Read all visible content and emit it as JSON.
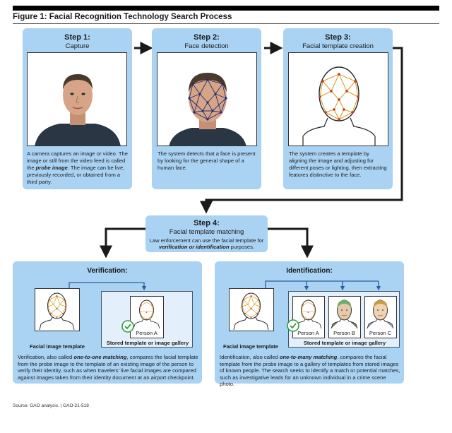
{
  "figure": {
    "title": "Figure 1: Facial Recognition Technology Search Process",
    "source": "Source: GAO analysis.  |  GAO-21-518"
  },
  "steps": [
    {
      "label": "Step 1:",
      "name": "Capture",
      "desc_parts": [
        "A camera captures an image or video. The image or still from the video feed is called the ",
        "probe image",
        ". The image can be live, previously recorded, or obtained from a third party."
      ]
    },
    {
      "label": "Step 2:",
      "name": "Face detection",
      "desc": "The system detects that a face is present by looking for the general shape of a human face."
    },
    {
      "label": "Step 3:",
      "name": "Facial template creation",
      "desc": "The system creates a template by aligning the image and adjusting for different poses or lighting, then extracting features distinctive to the face."
    },
    {
      "label": "Step 4:",
      "name": "Facial template matching",
      "desc_parts": [
        "Law enforcement can use the facial template for ",
        "verification or identification",
        " purposes."
      ]
    }
  ],
  "verification": {
    "heading": "Verification:",
    "template_caption": "Facial image template",
    "gallery_caption": "Stored template or image gallery",
    "persons": [
      "Person A"
    ],
    "desc_parts": [
      "Verification, also called ",
      "one-to-one matching",
      ", compares the facial template from the probe image to the template of an existing image of the person to verify their identity, such as when travelers' live facial images are compared against images taken from their identity document at an airport checkpoint."
    ]
  },
  "identification": {
    "heading": "Identification:",
    "template_caption": "Facial image template",
    "gallery_caption": "Stored template or image gallery",
    "persons": [
      "Person A",
      "Person B",
      "Person C"
    ],
    "desc_parts": [
      "Identification, also called ",
      "one-to-many matching",
      ", compares the facial template from the probe image to a gallery of templates from stored images of known people. The search seeks to identify a match or potential matches, such as investigative leads for an unknown individual in a crime scene photo."
    ]
  },
  "colors": {
    "card": "#a9d2f3",
    "arrow": "#1a1a1a",
    "mesh_red": "#c0392b",
    "mesh_gold": "#d89a1c",
    "check_green": "#2e9e3f",
    "connector_blue": "#2b5f9e"
  }
}
